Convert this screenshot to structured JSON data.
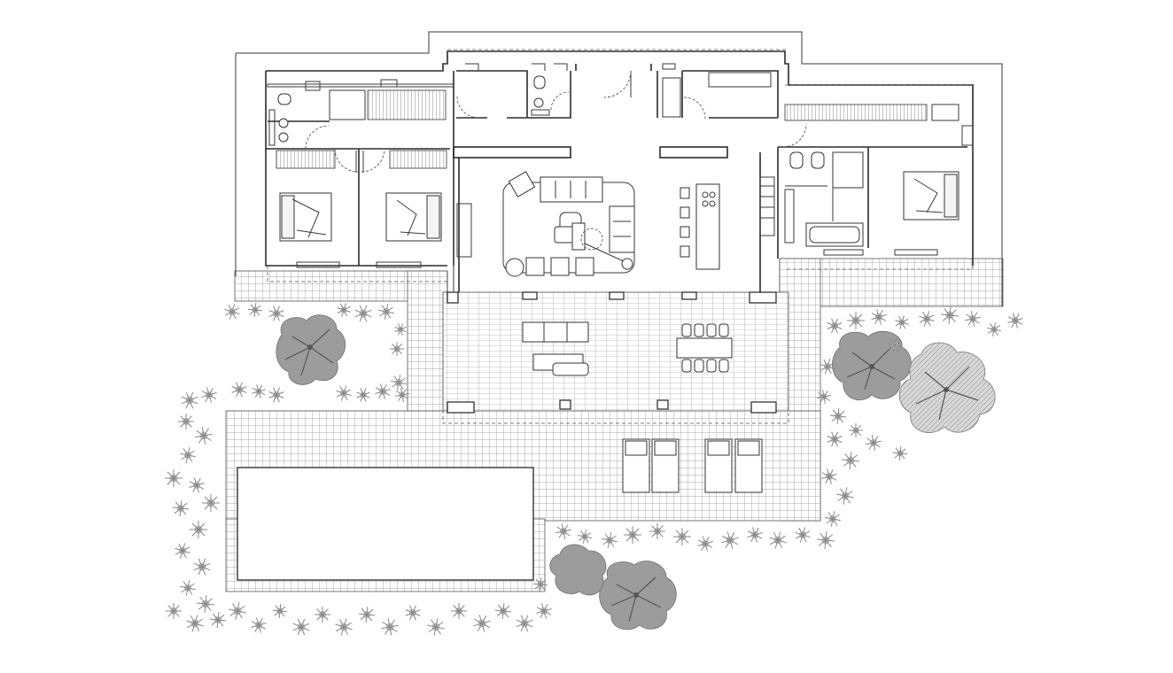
{
  "drawing": {
    "type": "architectural floor plan",
    "view": "top-down",
    "elements": {
      "bedrooms": 3,
      "bathrooms": 3,
      "living_sofas": 2,
      "armchairs": 4,
      "kitchen_island_stools": 4,
      "outdoor_sofa_modules": 3,
      "dining_chairs": 8,
      "sun_loungers": 4,
      "pool": 1
    }
  },
  "colors": {
    "background": "#ffffff",
    "lines": "#2b2b2b",
    "deck_grid": "#8a8a8a",
    "vegetation": "#9c9c9c"
  }
}
